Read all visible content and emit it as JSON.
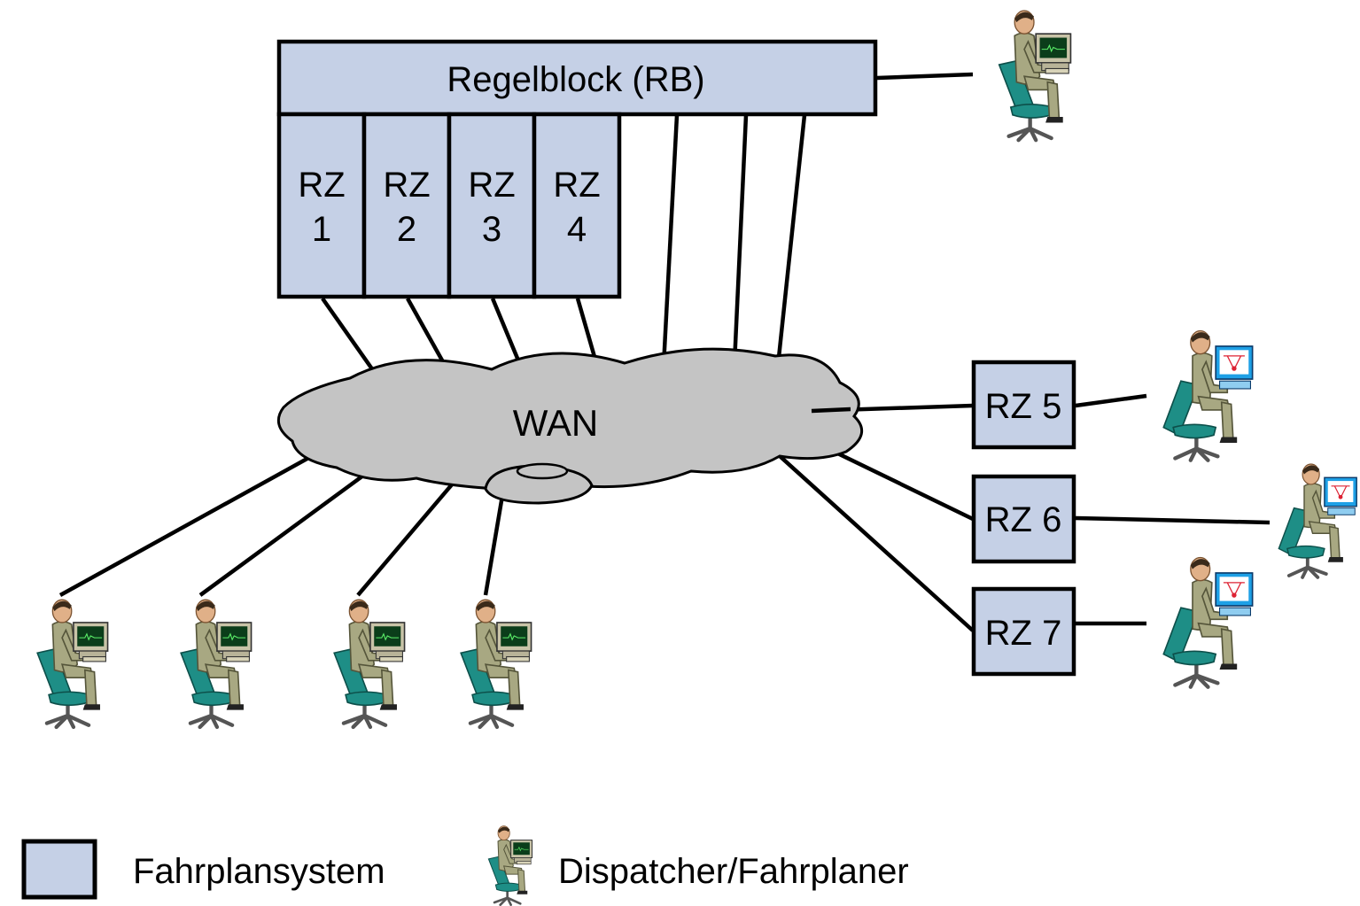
{
  "regelblock": {
    "label": "Regelblock (RB)"
  },
  "zones_top": [
    {
      "line1": "RZ",
      "line2": "1"
    },
    {
      "line1": "RZ",
      "line2": "2"
    },
    {
      "line1": "RZ",
      "line2": "3"
    },
    {
      "line1": "RZ",
      "line2": "4"
    }
  ],
  "zones_right": [
    {
      "label": "RZ 5"
    },
    {
      "label": "RZ 6"
    },
    {
      "label": "RZ 7"
    }
  ],
  "network": {
    "label": "WAN"
  },
  "legend": {
    "system_label": "Fahrplansystem",
    "dispatcher_label": "Dispatcher/Fahrplaner"
  },
  "colors": {
    "system_fill": "#c5d0e6",
    "cloud_fill": "#c4c4c4",
    "chair": "#1e8e86",
    "suit": "#a8a882",
    "screen_green": "#0b3d1a",
    "screen_blue": "#1ea0e6"
  },
  "icons": {
    "dispatcher_green": "dispatcher-workstation-icon",
    "dispatcher_blue": "dispatcher-workstation-blue-icon"
  }
}
